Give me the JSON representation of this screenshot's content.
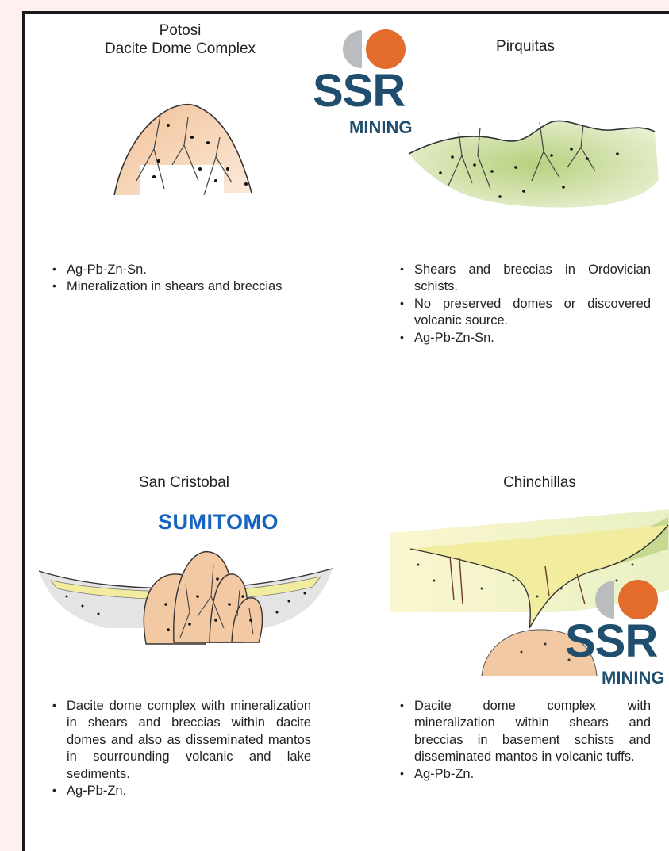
{
  "colors": {
    "accent_orange": "#e36b2c",
    "logo_gray": "#b9bdc0",
    "logo_navy": "#1f4e6e",
    "sumitomo_blue": "#1565c0",
    "dome_fill": "#f3c9a3",
    "schist_fill": "#c6d98f",
    "tuff_fill": "#f2ec9e"
  },
  "logos": {
    "ssr_word": "SSR",
    "ssr_sub": "MINING",
    "sumitomo": "SUMITOMO"
  },
  "panels": {
    "potosi": {
      "title_line1": "Potosi",
      "title_line2": "Dacite Dome Complex",
      "bullets": [
        "Ag-Pb-Zn-Sn.",
        "Mineralization in shears and breccias"
      ]
    },
    "pirquitas": {
      "title": "Pirquitas",
      "bullets": [
        "Shears and breccias in Ordovician schists.",
        "No preserved domes or discovered volcanic source.",
        "Ag-Pb-Zn-Sn."
      ]
    },
    "san_cristobal": {
      "title": "San Cristobal",
      "bullets": [
        "Dacite dome complex with mineralization in shears and breccias within dacite domes and also as disseminated mantos in sourrounding volcanic and lake sediments.",
        "Ag-Pb-Zn."
      ]
    },
    "chinchillas": {
      "title": "Chinchillas",
      "bullets": [
        "Dacite dome complex with mineralization within shears and breccias in basement schists and disseminated mantos in volcanic tuffs.",
        "Ag-Pb-Zn."
      ]
    }
  }
}
